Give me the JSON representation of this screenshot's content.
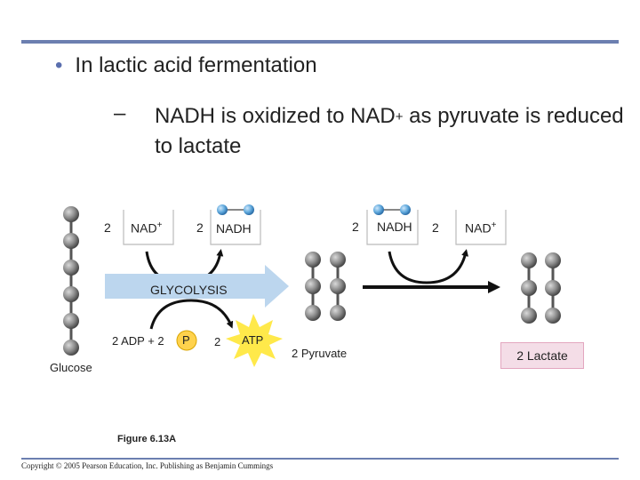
{
  "slide": {
    "bullet": "In lactic acid fermentation",
    "sub_dash": "–",
    "sub_text_1": "NADH is oxidized to NAD",
    "sub_plus": "+",
    "sub_text_2": " as pyruvate is reduced to lactate"
  },
  "diagram": {
    "glucose_label": "Glucose",
    "glycolysis_label": "GLYCOLYSIS",
    "left_coeff_nad": "2",
    "nad_label": "NAD",
    "nad_plus": "+",
    "left_coeff_nadh": "2",
    "nadh_label": "NADH",
    "adp_label": "2 ADP + 2",
    "phosphate_label": "P",
    "atp_coeff": "2",
    "atp_label": "ATP",
    "pyruvate_label": "2 Pyruvate",
    "right_coeff_nadh": "2",
    "right_nadh_label": "NADH",
    "right_coeff_nad": "2",
    "right_nad_label": "NAD",
    "right_nad_plus": "+",
    "lactate_label": "2 Lactate"
  },
  "caption": "Figure 6.13A",
  "copyright": "Copyright © 2005 Pearson Education, Inc. Publishing as Benjamin Cummings",
  "colors": {
    "rule": "#6c7fb0",
    "glycolysis_arrow": "#bcd6ee",
    "atp_star": "#ffe94a",
    "lactate_box": "#f4dde7",
    "phosphate": "#ffd24d"
  }
}
